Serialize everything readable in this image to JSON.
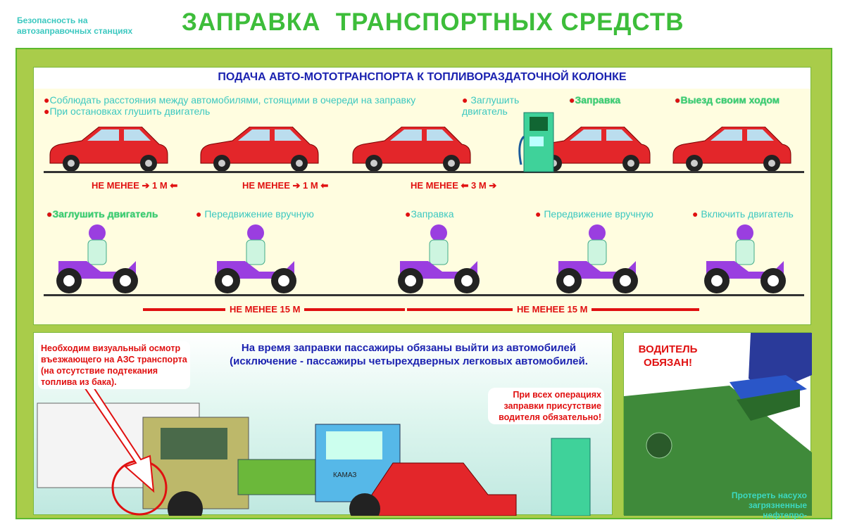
{
  "header": {
    "subtitle_line1": "Безопасность на",
    "subtitle_line2": "автозаправочных станциях",
    "title": "ЗАПРАВКА  ТРАНСПОРТНЫХ СРЕДСТВ"
  },
  "top_panel": {
    "heading": "ПОДАЧА АВТО-МОТОТРАНСПОРТА К ТОПЛИВОРАЗДАТОЧНОЙ КОЛОНКЕ",
    "car_notes": [
      "Соблюдать расстояния между автомобилями, стоящими в очереди на заправку",
      "При остановках глушить двигатель",
      "Заглушить двигатель",
      "Заправка",
      "Выезд своим ходом"
    ],
    "car_distances": [
      {
        "label": "НЕ МЕНЕЕ",
        "value": "1 М"
      },
      {
        "label": "НЕ МЕНЕЕ",
        "value": "1 М"
      },
      {
        "label": "НЕ МЕНЕЕ",
        "value": "3 М"
      }
    ],
    "moto_notes": [
      "Заглушить двигатель",
      "Передвижение вручную",
      "Заправка",
      "Передвижение вручную",
      "Включить двигатель"
    ],
    "moto_distances": [
      "НЕ МЕНЕЕ 15 М",
      "НЕ МЕНЕЕ 15 М"
    ]
  },
  "bottom_left": {
    "inspection_note": [
      "Необходим визуальный осмотр",
      "въезжающего на АЗС транспорта",
      "(на отсутствие подтекания",
      "топлива из бака)."
    ],
    "passengers_line1": "На время заправки пассажиры обязаны выйти из автомобилей",
    "passengers_line2": "(исключение - пассажиры четырехдверных легковых автомобилей.",
    "driver_note": [
      "При всех операциях",
      "заправки присутствие",
      "водителя обязательно!"
    ],
    "truck_brand": "КАМАЗ"
  },
  "bottom_right": {
    "heading_line1": "ВОДИТЕЛЬ",
    "heading_line2": "ОБЯЗАН!",
    "note_line1": "Протереть насухо",
    "note_line2": "загрязненные нефтепро-"
  },
  "colors": {
    "title_green": "#3dbd3a",
    "frame": "#a9cc4a",
    "red": "#e01010",
    "blue": "#1b22b0",
    "car": "#e3262a",
    "moto": "#9a3ee0"
  }
}
